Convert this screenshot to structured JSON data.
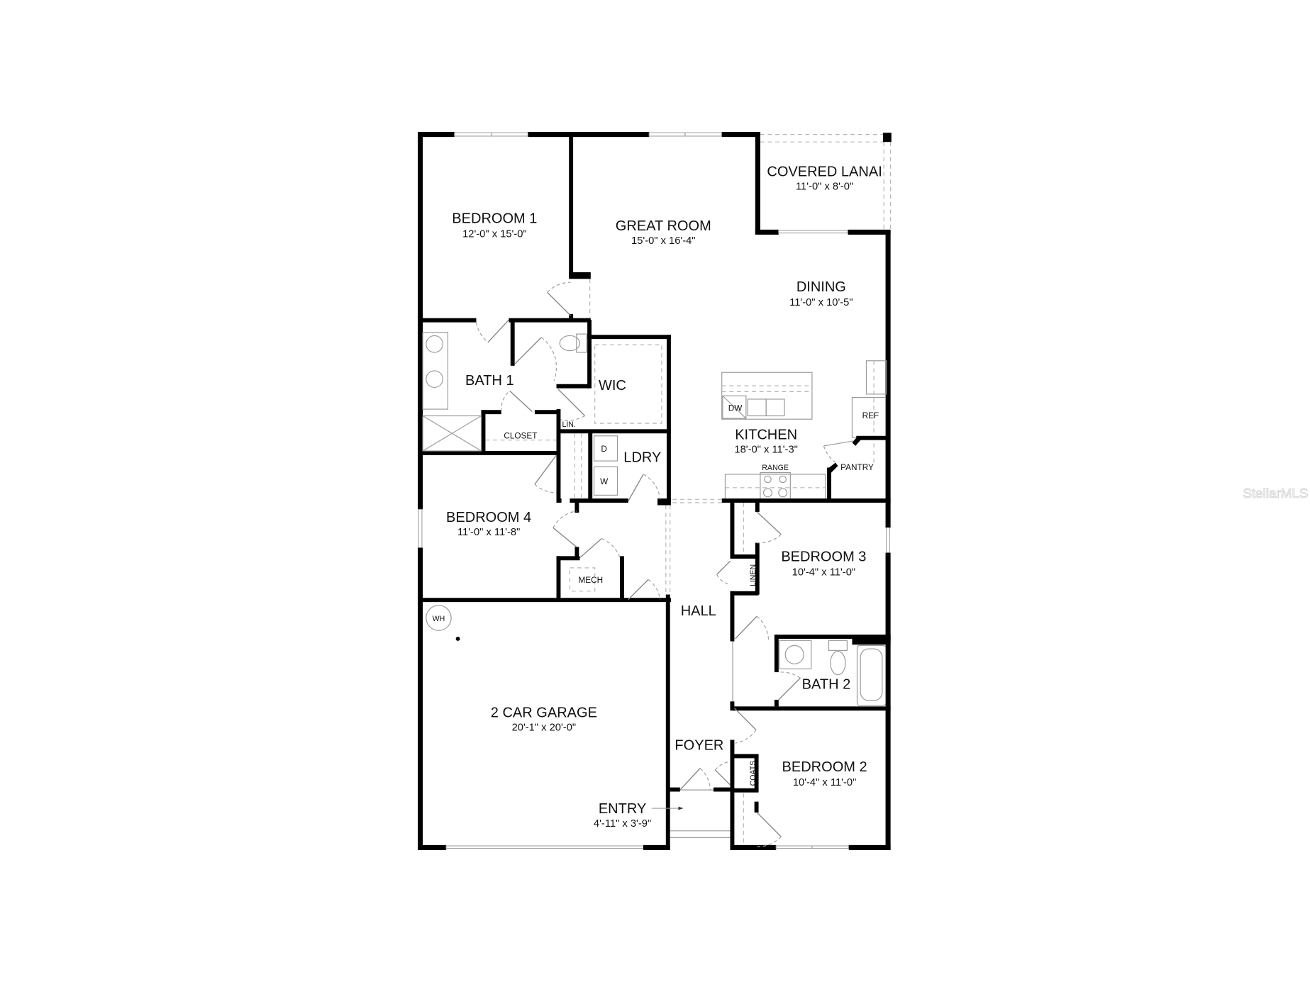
{
  "plan": {
    "rooms": {
      "bedroom1": {
        "name": "BEDROOM 1",
        "dims": "12'-0\" x 15'-0\""
      },
      "great_room": {
        "name": "GREAT ROOM",
        "dims": "15'-0\" x 16'-4\""
      },
      "covered_lanai": {
        "name": "COVERED LANAI",
        "dims": "11'-0\" x 8'-0\""
      },
      "dining": {
        "name": "DINING",
        "dims": "11'-0\" x 10'-5\""
      },
      "bath1": {
        "name": "BATH 1"
      },
      "wic": {
        "name": "WIC"
      },
      "closet": {
        "name": "CLOSET"
      },
      "lin": {
        "name": "LIN."
      },
      "kitchen": {
        "name": "KITCHEN",
        "dims": "18'-0\" x 11'-3\""
      },
      "ldry": {
        "name": "LDRY"
      },
      "pantry": {
        "name": "PANTRY"
      },
      "bedroom4": {
        "name": "BEDROOM 4",
        "dims": "11'-0\" x 11'-8\""
      },
      "mech": {
        "name": "MECH"
      },
      "bedroom3": {
        "name": "BEDROOM 3",
        "dims": "10'-4\" x 11'-0\""
      },
      "linen": {
        "name": "LINEN"
      },
      "hall": {
        "name": "HALL"
      },
      "bath2": {
        "name": "BATH 2"
      },
      "garage": {
        "name": "2 CAR GARAGE",
        "dims": "20'-1\" x 20'-0\""
      },
      "foyer": {
        "name": "FOYER"
      },
      "coats": {
        "name": "COATS"
      },
      "bedroom2": {
        "name": "BEDROOM 2",
        "dims": "10'-4\" x 11'-0\""
      },
      "entry": {
        "name": "ENTRY",
        "dims": "4'-11\" x 3'-9\""
      }
    },
    "fixtures": {
      "dw": "DW",
      "ref": "REF",
      "range": "RANGE",
      "dryer": "D",
      "washer": "W",
      "water_heater": "WH"
    }
  },
  "watermark": "StellarMLS"
}
